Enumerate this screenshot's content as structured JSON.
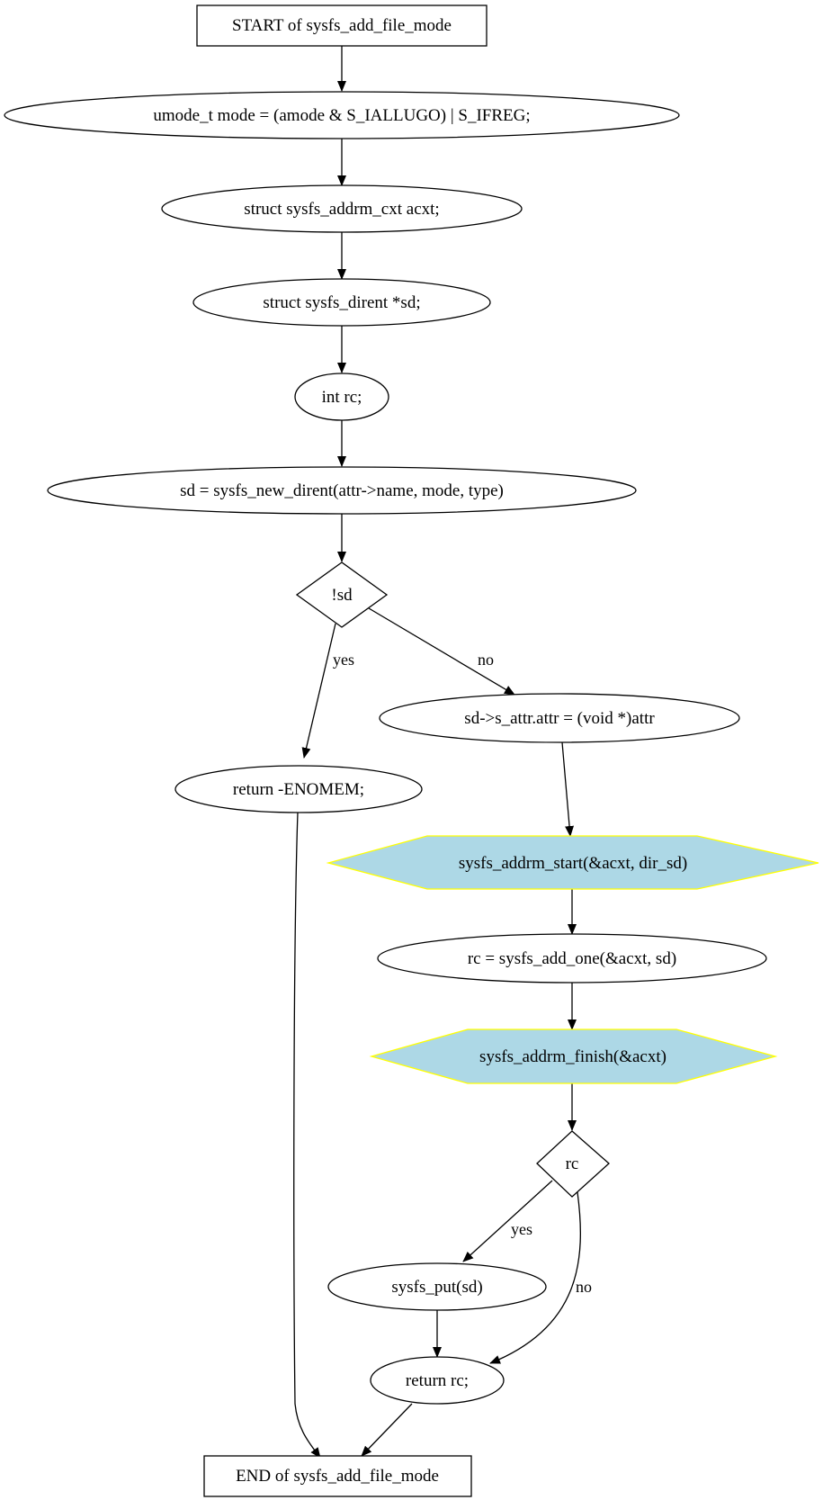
{
  "nodes": {
    "start": "START of sysfs_add_file_mode",
    "mode_decl": "umode_t mode = (amode & S_IALLUGO) | S_IFREG;",
    "acxt_decl": "struct sysfs_addrm_cxt acxt;",
    "sd_decl": "struct sysfs_dirent *sd;",
    "rc_decl": "int rc;",
    "new_dirent": "sd = sysfs_new_dirent(attr->name, mode, type)",
    "cond_sd": "!sd",
    "return_enomem": "return -ENOMEM;",
    "assign_attr": "sd->s_attr.attr = (void *)attr",
    "addrm_start": "sysfs_addrm_start(&acxt, dir_sd)",
    "add_one": "rc = sysfs_add_one(&acxt, sd)",
    "addrm_finish": "sysfs_addrm_finish(&acxt)",
    "cond_rc": "rc",
    "sysfs_put": "sysfs_put(sd)",
    "return_rc": "return rc;",
    "end": "END of sysfs_add_file_mode"
  },
  "edge_labels": {
    "sd_yes": "yes",
    "sd_no": "no",
    "rc_yes": "yes",
    "rc_no": "no"
  },
  "colors": {
    "call_fill": "#add8e6",
    "call_border": "#ffff00",
    "stroke": "#000000"
  }
}
